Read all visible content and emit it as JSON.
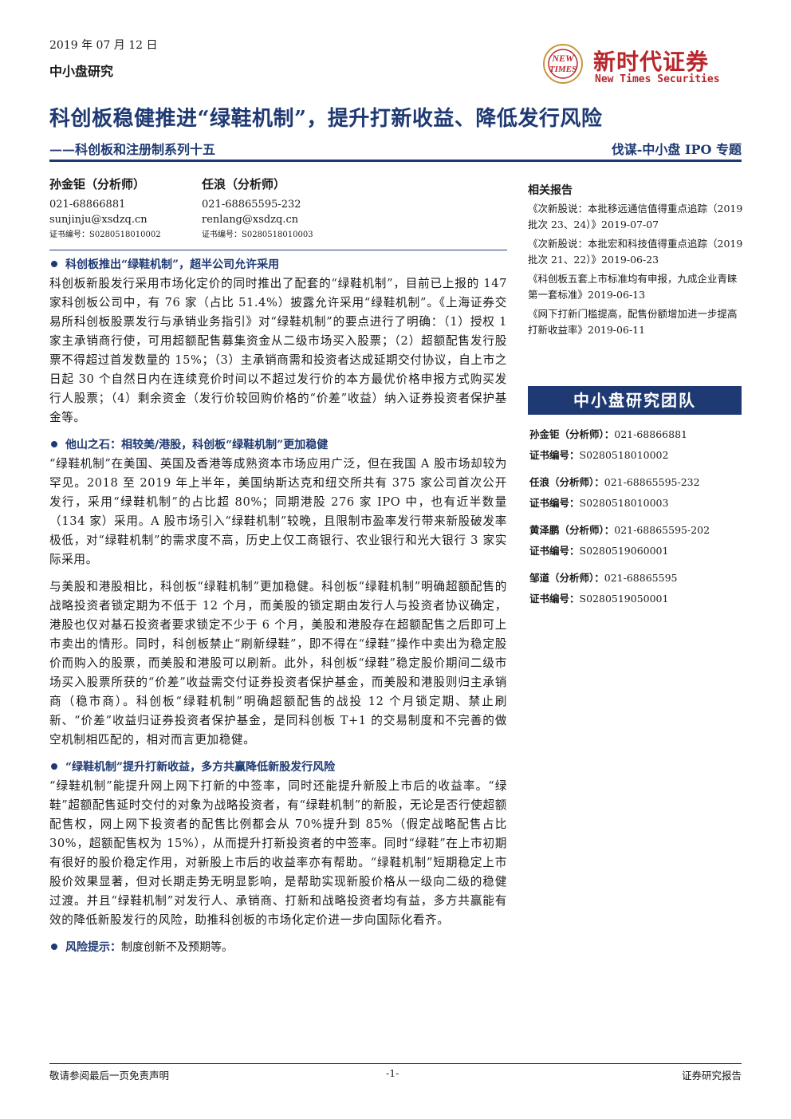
{
  "header": {
    "date": "2019 年 07 月 12 日",
    "section": "中小盘研究",
    "brand_cn": "新时代证券",
    "brand_en": "New Times Securities",
    "logo_text_top": "NEW",
    "logo_text_bottom": "TIMES"
  },
  "title": "科创板稳健推进“绿鞋机制”，提升打新收益、降低发行风险",
  "subtitle": "——科创板和注册制系列十五",
  "topic": "伐谋-中小盘 IPO 专题",
  "analysts": [
    {
      "name": "孙金钜（分析师）",
      "phone": "021-68866881",
      "email": "sunjinju@xsdzq.cn",
      "cert": "证书编号：S0280518010002"
    },
    {
      "name": "任浪（分析师）",
      "phone": "021-68865595-232",
      "email": "renlang@xsdzq.cn",
      "cert": "证书编号：S0280518010003"
    }
  ],
  "sections": [
    {
      "heading": "科创板推出“绿鞋机制”，超半公司允许采用",
      "paragraphs": [
        "科创板新股发行采用市场化定价的同时推出了配套的“绿鞋机制”，目前已上报的 147 家科创板公司中，有 76 家（占比 51.4%）披露允许采用“绿鞋机制”。《上海证券交易所科创板股票发行与承销业务指引》对“绿鞋机制”的要点进行了明确：（1）授权 1 家主承销商行使，可用超额配售募集资金从二级市场买入股票；（2）超额配售发行股票不得超过首发数量的 15%；（3）主承销商需和投资者达成延期交付协议，自上市之日起 30 个自然日内在连续竞价时间以不超过发行价的本方最优价格申报方式购买发行人股票；（4）剩余资金（发行价较回购价格的“价差”收益）纳入证券投资者保护基金等。"
      ]
    },
    {
      "heading": "他山之石：相较美/港股，科创板“绿鞋机制”更加稳健",
      "paragraphs": [
        "“绿鞋机制”在美国、英国及香港等成熟资本市场应用广泛，但在我国 A 股市场却较为罕见。2018 至 2019 年上半年，美国纳斯达克和纽交所共有 375 家公司首次公开发行，采用“绿鞋机制”的占比超 80%；同期港股 276 家 IPO 中，也有近半数量（134 家）采用。A 股市场引入“绿鞋机制”较晚，且限制市盈率发行带来新股破发率极低，对“绿鞋机制”的需求度不高，历史上仅工商银行、农业银行和光大银行 3 家实际采用。",
        "与美股和港股相比，科创板“绿鞋机制”更加稳健。科创板“绿鞋机制”明确超额配售的战略投资者锁定期为不低于 12 个月，而美股的锁定期由发行人与投资者协议确定，港股也仅对基石投资者要求锁定不少于 6 个月，美股和港股存在超额配售之后即可上市卖出的情形。同时，科创板禁止“刷新绿鞋”，即不得在“绿鞋”操作中卖出为稳定股价而购入的股票，而美股和港股可以刷新。此外，科创板“绿鞋”稳定股价期间二级市场买入股票所获的“价差”收益需交付证券投资者保护基金，而美股和港股则归主承销商（稳市商）。科创板“绿鞋机制”明确超额配售的战投 12 个月锁定期、禁止刷新、“价差”收益归证券投资者保护基金，是同科创板 T+1 的交易制度和不完善的做空机制相匹配的，相对而言更加稳健。"
      ]
    },
    {
      "heading": "“绿鞋机制”提升打新收益，多方共赢降低新股发行风险",
      "paragraphs": [
        "“绿鞋机制”能提升网上网下打新的中签率，同时还能提升新股上市后的收益率。“绿鞋”超额配售延时交付的对象为战略投资者，有“绿鞋机制”的新股，无论是否行使超额配售权，网上网下投资者的配售比例都会从 70%提升到 85%（假定战略配售占比 30%，超额配售权为 15%），从而提升打新投资者的中签率。同时“绿鞋”在上市初期有很好的股价稳定作用，对新股上市后的收益率亦有帮助。“绿鞋机制”短期稳定上市股价效果显著，但对长期走势无明显影响，是帮助实现新股价格从一级向二级的稳健过渡。并且“绿鞋机制”对发行人、承销商、打新和战略投资者均有益，多方共赢能有效的降低新股发行的风险，助推科创板的市场化定价进一步向国际化看齐。"
      ]
    }
  ],
  "risk": {
    "label": "风险提示：",
    "text": "制度创新不及预期等。"
  },
  "related": {
    "title": "相关报告",
    "items": [
      "《次新股说：本批移远通信值得重点追踪（2019 批次 23、24）》2019-07-07",
      "《次新股说：本批宏和科技值得重点追踪（2019 批次 21、22）》2019-06-23",
      "《科创板五套上市标准均有申报，九成企业青睐第一套标准》2019-06-13",
      "《网下打新门槛提高，配售份额增加进一步提高打新收益率》2019-06-11"
    ]
  },
  "team": {
    "title": "中小盘研究团队",
    "members": [
      {
        "name": "孙金钜（分析师）：",
        "phone": "021-68866881",
        "cert_label": "证书编号：",
        "cert": "S0280518010002"
      },
      {
        "name": "任浪（分析师）：",
        "phone": "021-68865595-232",
        "cert_label": "证书编号：",
        "cert": "S0280518010003"
      },
      {
        "name": "黄泽鹏（分析师）：",
        "phone": "021-68865595-202",
        "cert_label": "证书编号：",
        "cert": "S0280519060001"
      },
      {
        "name": "邹道（分析师）：",
        "phone": "021-68865595",
        "cert_label": "证书编号：",
        "cert": "S0280519050001"
      }
    ]
  },
  "footer": {
    "left": "敬请参阅最后一页免责声明",
    "center": "-1-",
    "right": "证券研究报告"
  },
  "colors": {
    "brand_red": "#b8272b",
    "navy": "#1f3a73",
    "logo_gold": "#c8963a"
  }
}
